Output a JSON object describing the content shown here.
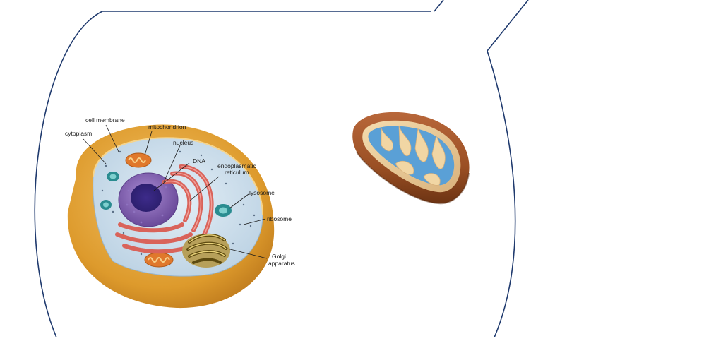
{
  "diagram": {
    "labels": {
      "cell_membrane": "cell membrane",
      "cytoplasm": "cytoplasm",
      "mitochondrion": "mitochondrion",
      "nucleus": "nucleus",
      "dna": "DNA",
      "endoplasmatic_reticulum_line1": "endoplasmatic",
      "endoplasmatic_reticulum_line2": "reticulum",
      "lysosome": "lysosome",
      "ribosome": "ribosome",
      "golgi_line1": "Golgi",
      "golgi_line2": "apparatus"
    }
  },
  "colors": {
    "bubble_outline": "#1f3a6e",
    "cell_wall": "#d9962a",
    "cytoplasm": "#c9dbe8",
    "nucleus": "#7b5cab",
    "er": "#d9635a",
    "golgi": "#8f7a1f",
    "mito_outer": "#a0522d",
    "mito_cristae": "#5aa0d6"
  }
}
